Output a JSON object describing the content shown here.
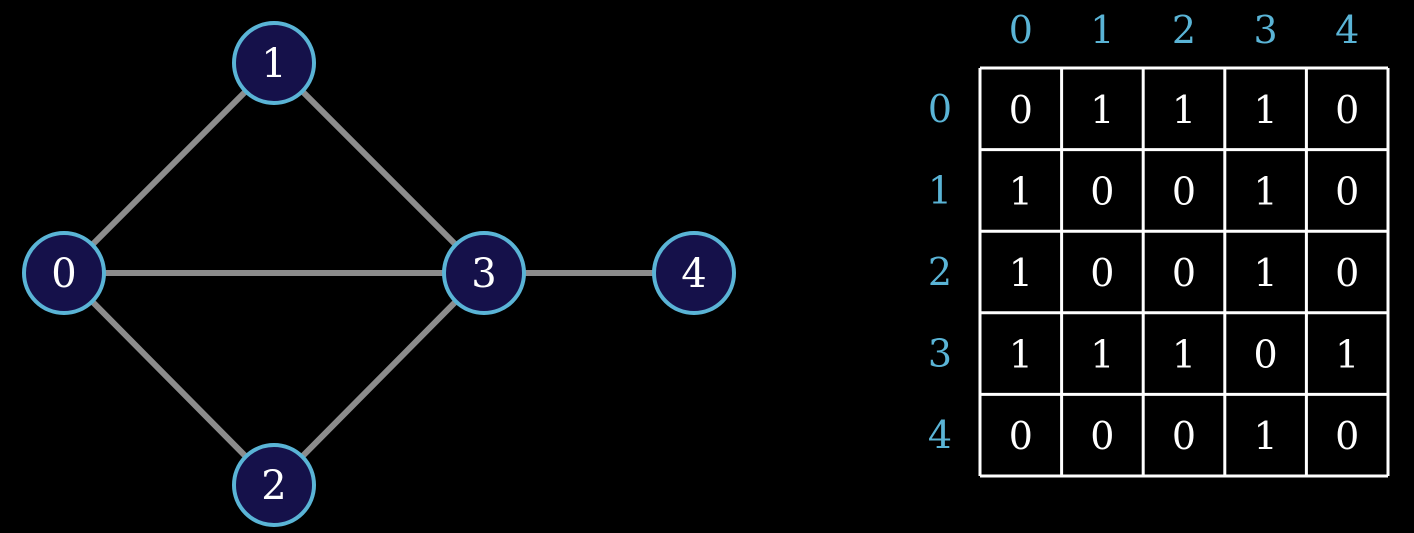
{
  "colors": {
    "background": "#000000",
    "node_fill": "#15114a",
    "node_stroke": "#5ab4d6",
    "node_label": "#ffffff",
    "edge": "#8c8c8c",
    "matrix_grid": "#ffffff",
    "matrix_value": "#ffffff",
    "index_label": "#5ab4d6"
  },
  "graph": {
    "nodes": [
      {
        "label": "0"
      },
      {
        "label": "1"
      },
      {
        "label": "2"
      },
      {
        "label": "3"
      },
      {
        "label": "4"
      }
    ],
    "edges": [
      [
        0,
        1
      ],
      [
        0,
        2
      ],
      [
        0,
        3
      ],
      [
        1,
        3
      ],
      [
        2,
        3
      ],
      [
        3,
        4
      ]
    ]
  },
  "matrix": {
    "column_labels": [
      "0",
      "1",
      "2",
      "3",
      "4"
    ],
    "row_labels": [
      "0",
      "1",
      "2",
      "3",
      "4"
    ],
    "rows": [
      [
        "0",
        "1",
        "1",
        "1",
        "0"
      ],
      [
        "1",
        "0",
        "0",
        "1",
        "0"
      ],
      [
        "1",
        "0",
        "0",
        "1",
        "0"
      ],
      [
        "1",
        "1",
        "1",
        "0",
        "1"
      ],
      [
        "0",
        "0",
        "0",
        "1",
        "0"
      ]
    ]
  }
}
